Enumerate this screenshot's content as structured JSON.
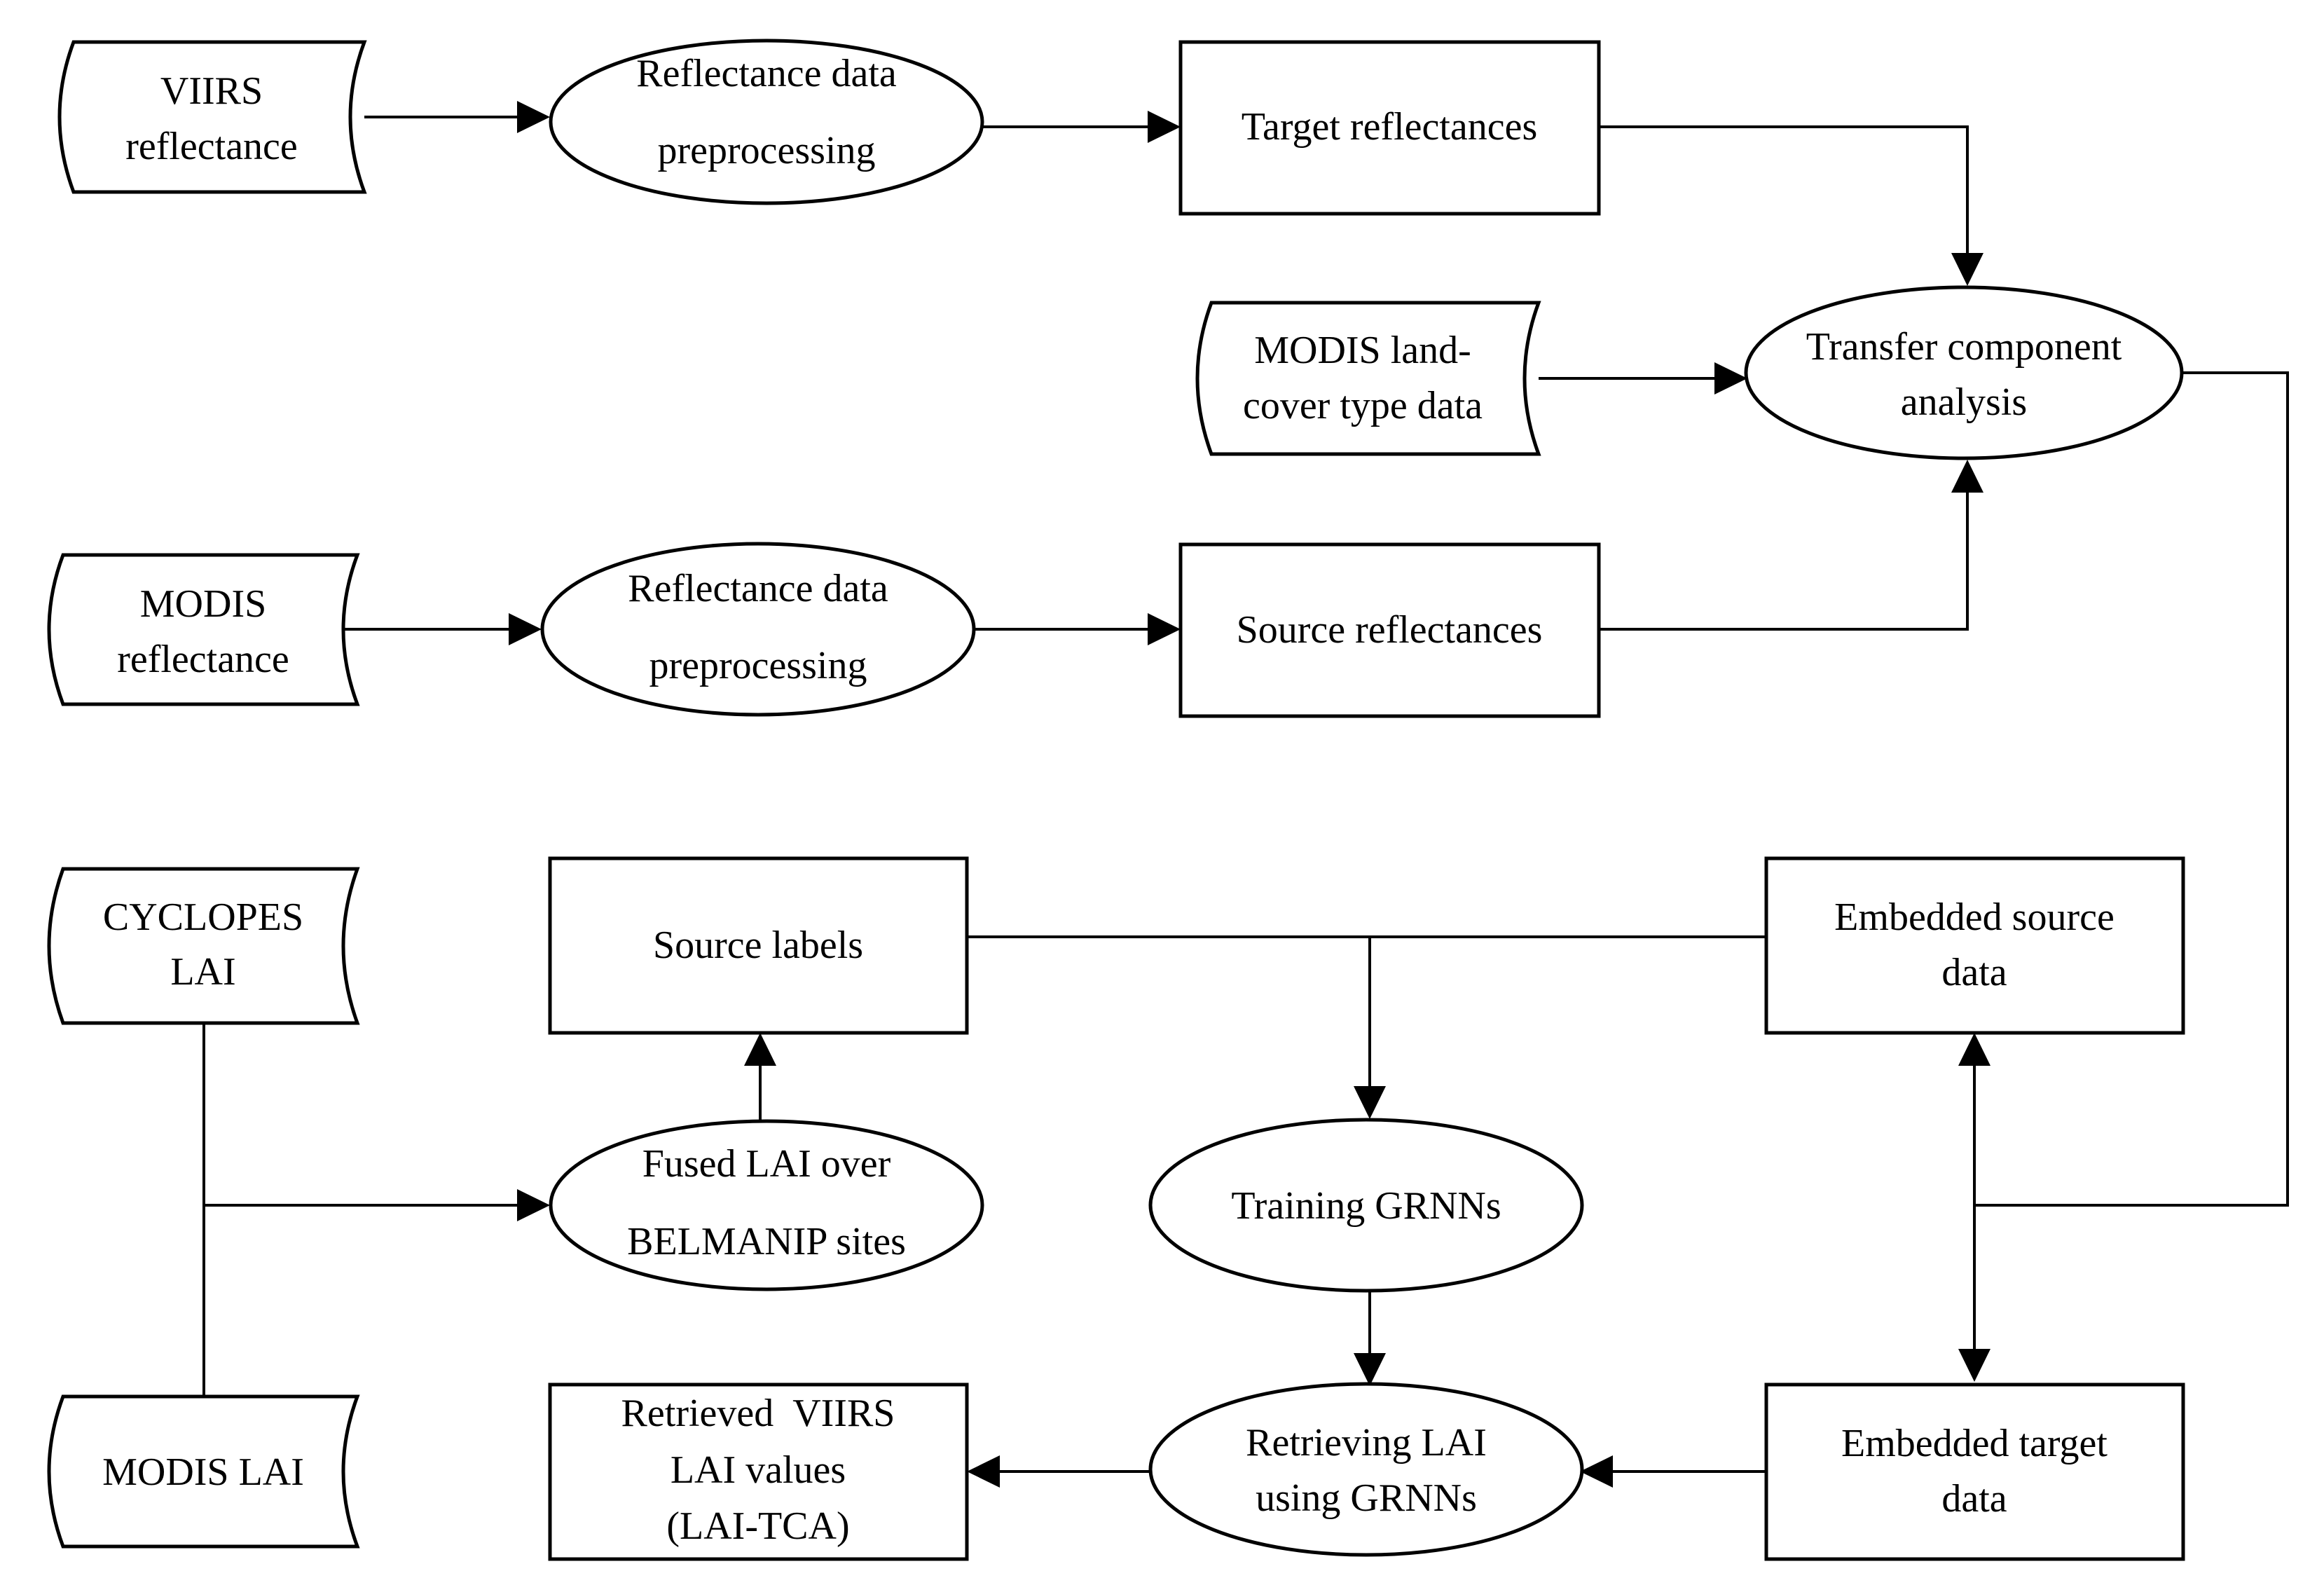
{
  "nodes": {
    "viirs_reflectance": {
      "lines": [
        "VIIRS",
        "reflectance"
      ]
    },
    "preproc_viirs": {
      "lines": [
        "Reflectance data",
        "preprocessing"
      ]
    },
    "target_reflectances": {
      "lines": [
        "Target reflectances"
      ]
    },
    "modis_landcover": {
      "lines": [
        "MODIS land-",
        "cover type data"
      ]
    },
    "tca": {
      "lines": [
        "Transfer component",
        "analysis"
      ]
    },
    "modis_reflectance": {
      "lines": [
        "MODIS",
        "reflectance"
      ]
    },
    "preproc_modis": {
      "lines": [
        "Reflectance data",
        "preprocessing"
      ]
    },
    "source_reflectances": {
      "lines": [
        "Source reflectances"
      ]
    },
    "cyclopes_lai": {
      "lines": [
        "CYCLOPES",
        "LAI"
      ]
    },
    "source_labels": {
      "lines": [
        "Source labels"
      ]
    },
    "embedded_source": {
      "lines": [
        "Embedded source",
        "data"
      ]
    },
    "fused_lai": {
      "lines": [
        "Fused LAI over",
        "BELMANIP sites"
      ]
    },
    "training_grnns": {
      "lines": [
        "Training GRNNs"
      ]
    },
    "modis_lai": {
      "lines": [
        "MODIS LAI"
      ]
    },
    "retrieved_viirs": {
      "lines": [
        "Retrieved  VIIRS",
        "LAI values",
        "(LAI-TCA)"
      ]
    },
    "retrieving_lai": {
      "lines": [
        "Retrieving LAI",
        "using GRNNs"
      ]
    },
    "embedded_target": {
      "lines": [
        "Embedded target",
        "data"
      ]
    }
  },
  "edges": [
    {
      "from": "VIIRS reflectance",
      "to": "Reflectance data preprocessing"
    },
    {
      "from": "Reflectance data preprocessing",
      "to": "Target reflectances"
    },
    {
      "from": "Target reflectances",
      "to": "Transfer component analysis"
    },
    {
      "from": "MODIS land-cover type data",
      "to": "Transfer component analysis"
    },
    {
      "from": "MODIS reflectance",
      "to": "Reflectance data preprocessing"
    },
    {
      "from": "Reflectance data preprocessing",
      "to": "Source reflectances"
    },
    {
      "from": "Source reflectances",
      "to": "Transfer component analysis"
    },
    {
      "from": "Transfer component analysis",
      "to": "Embedded source data"
    },
    {
      "from": "Transfer component analysis",
      "to": "Embedded target data"
    },
    {
      "from": "CYCLOPES LAI",
      "to": "Fused LAI over BELMANIP sites"
    },
    {
      "from": "MODIS LAI",
      "to": "Fused LAI over BELMANIP sites"
    },
    {
      "from": "Fused LAI over BELMANIP sites",
      "to": "Source labels"
    },
    {
      "from": "Source labels",
      "to": "Training GRNNs"
    },
    {
      "from": "Embedded source data",
      "to": "Training GRNNs"
    },
    {
      "from": "Training GRNNs",
      "to": "Retrieving LAI using GRNNs"
    },
    {
      "from": "Embedded target data",
      "to": "Retrieving LAI using GRNNs"
    },
    {
      "from": "Retrieving LAI using GRNNs",
      "to": "Retrieved VIIRS LAI values (LAI-TCA)"
    }
  ]
}
